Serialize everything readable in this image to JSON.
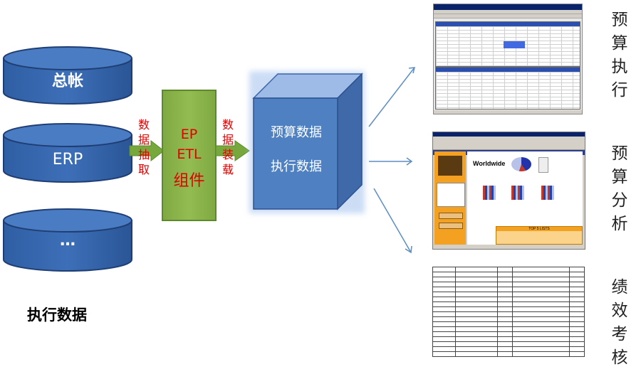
{
  "sources": {
    "db1": "总帐",
    "db2": "ERP",
    "db3": "…"
  },
  "extract_label": "数据抽取",
  "etl": {
    "line1": "EP",
    "line2": "ETL",
    "line3": "组件"
  },
  "load_label": "数据装载",
  "warehouse": {
    "line1": "预算数据",
    "line2": "执行数据"
  },
  "outputs": {
    "out1": "预算执行",
    "out2": "预算分析",
    "out3": "绩效考核"
  },
  "bottom_label": "执行数据",
  "thumbnails": {
    "browser_chart_title": "Worldwide",
    "browser_list_title": "TOP 5 LISTS"
  },
  "colors": {
    "db_fill": "#3a68b0",
    "db_top": "#4a7cc4",
    "etl_fill": "#8ab34b",
    "cube_front": "#4e80c2",
    "arrow_green": "#77a83d",
    "arrow_blue": "#5b8ec4",
    "label_red": "#e00000"
  }
}
